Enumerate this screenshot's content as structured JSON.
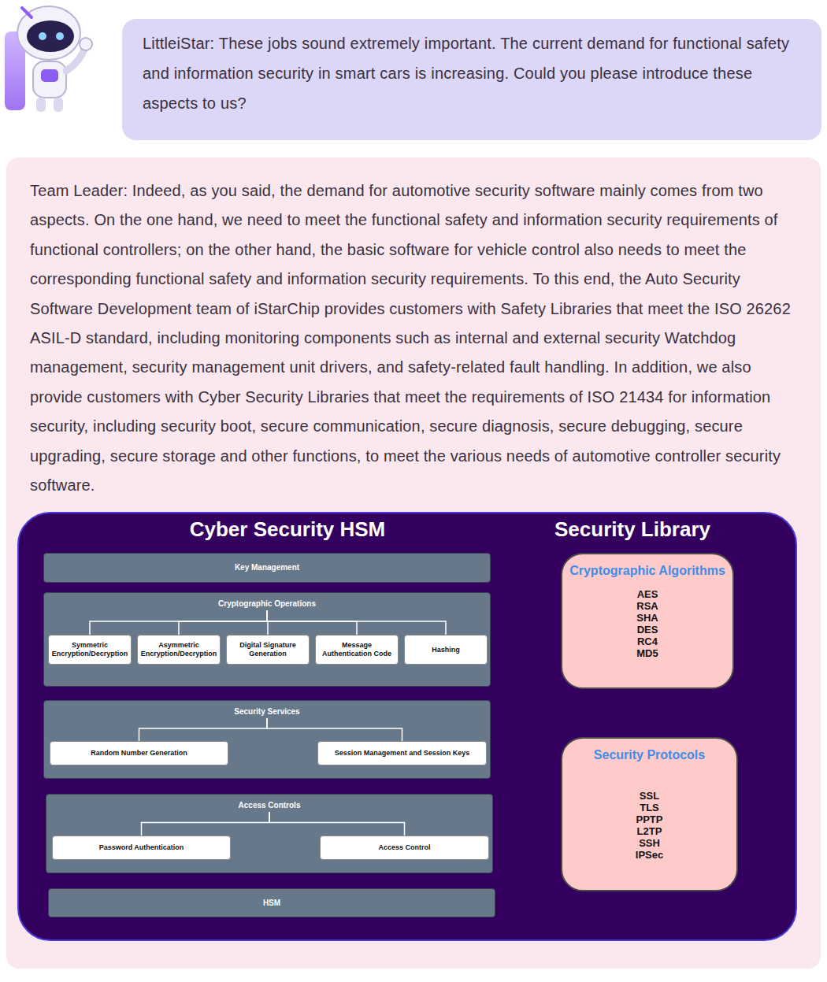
{
  "diagram": {
    "nodes": [
      {
        "text": [
          "LittleiStar: These jobs sound extremely important. The current demand for functional safety and information security in smart cars is increasing. Could you please introduce these aspects to us?"
        ]
      },
      {
        "text": [
          "Team Leader: Indeed, as you said, the demand for automotive security software mainly comes from two aspects. On the one hand, we need to meet the functional safety and information security requirements of functional controllers; on the other hand, the basic software for vehicle control also needs to meet the corresponding functional safety and information security requirements. To this end, the Auto Security Software Development team of iStarChip provides customers with Safety Libraries that meet the ISO 26262 ASIL-D standard, including monitoring components such as internal and external security Watchdog management, security management unit drivers, and safety-related fault handling. In addition, we also provide customers with Cyber Security Libraries that meet the requirements of ISO 21434 for information security, including security boot, secure communication, secure diagnosis, secure debugging, secure upgrading, secure storage and other functions, to meet the various needs of automotive controller security software."
        ]
      },
      {
        "text": [
          "Cyber Security HSM",
          "Security Library"
        ],
        "in": 1
      },
      {
        "text": [
          "Key Management"
        ],
        "in": 2
      },
      {
        "text": [
          "Cryptographic Operations"
        ],
        "in": 2
      },
      {
        "text": [
          "Symmetric Encryption/Decryption"
        ],
        "in": 4
      },
      {
        "text": [
          "Asymmetric Encryption/Decryption"
        ],
        "in": 4
      },
      {
        "text": [
          "Digital Signature Generation"
        ],
        "in": 4
      },
      {
        "text": [
          "Message Authentication Code"
        ],
        "in": 4
      },
      {
        "text": [
          "Hashing"
        ],
        "in": 4
      },
      {
        "text": [
          "Security Services"
        ],
        "in": 2
      },
      {
        "text": [
          "Random Number Generation"
        ],
        "in": 10
      },
      {
        "text": [
          "Session Management and Session Keys"
        ],
        "in": 10
      },
      {
        "text": [
          "Access Controls"
        ],
        "in": 2
      },
      {
        "text": [
          "Password Authentication"
        ],
        "in": 13
      },
      {
        "text": [
          "Access Control"
        ],
        "in": 13
      },
      {
        "text": [
          "HSM"
        ],
        "in": 2
      },
      {
        "text": [
          "Cryptographic Algorithms",
          "AES RSA SHA DES RC4 MD5"
        ],
        "in": 2
      },
      {
        "text": [
          "Security Protocols",
          "SSL TLS PPTP L2TP SSH IPSec"
        ],
        "in": 2
      }
    ],
    "edges": [
      {
        "from": 4,
        "to": 5,
        "arrow": "none"
      },
      {
        "from": 4,
        "to": 6,
        "arrow": "none"
      },
      {
        "from": 4,
        "to": 7,
        "arrow": "none"
      },
      {
        "from": 4,
        "to": 8,
        "arrow": "none"
      },
      {
        "from": 4,
        "to": 9,
        "arrow": "none"
      },
      {
        "from": 10,
        "to": 11,
        "arrow": "none"
      },
      {
        "from": 10,
        "to": 12,
        "arrow": "none"
      },
      {
        "from": 13,
        "to": 14,
        "arrow": "none"
      },
      {
        "from": 13,
        "to": 15,
        "arrow": "none"
      }
    ]
  }
}
